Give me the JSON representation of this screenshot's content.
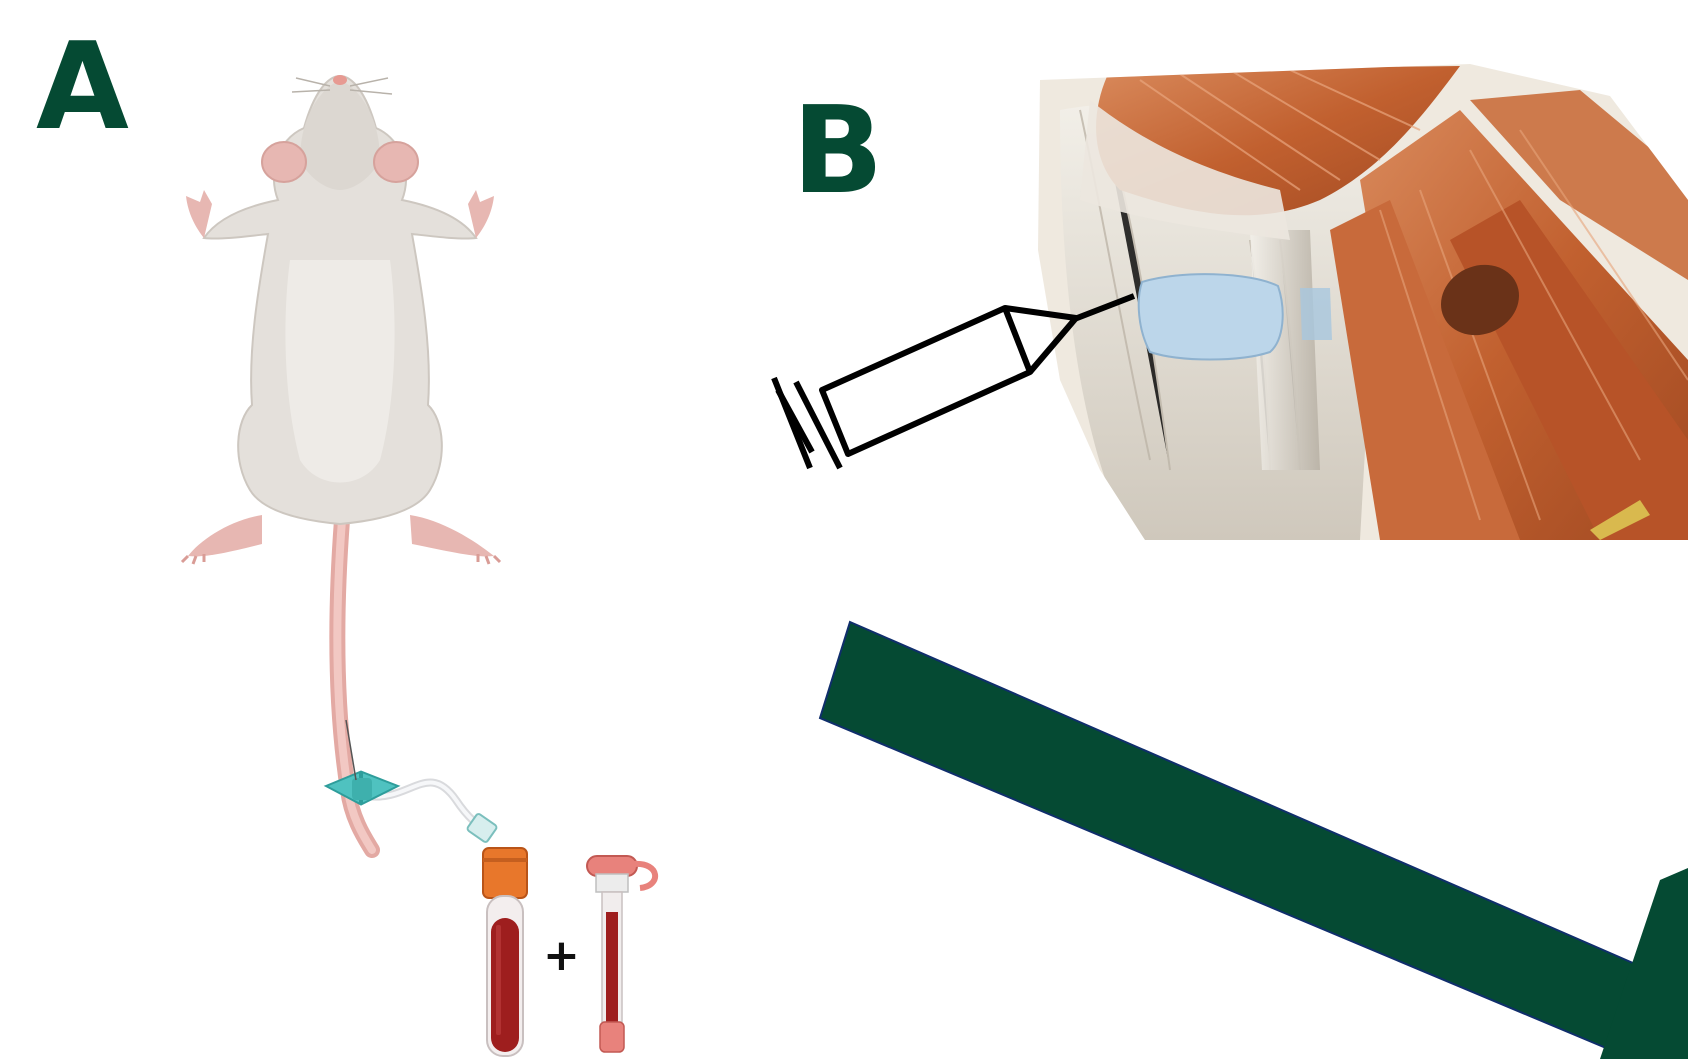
{
  "panels": {
    "a": {
      "label": "A"
    },
    "b": {
      "label": "B"
    }
  },
  "tube_join_symbol": "+",
  "colors": {
    "label": "#054a33",
    "arrow": "#054a33",
    "blood": "#9e1e1e",
    "mouse_body": "#e6e2de",
    "mouse_pink": "#e7b7b2",
    "butterfly_needle": "#4fc2c0",
    "tube_cap": "#e8772b",
    "muscle": "#c7683b",
    "joint_fluid": "#bcd6ea"
  },
  "icons": [
    "mouse-icon",
    "butterfly-needle-icon",
    "blood-tube-icon",
    "capillary-tube-icon",
    "syringe-icon",
    "knee-joint-anatomy"
  ]
}
